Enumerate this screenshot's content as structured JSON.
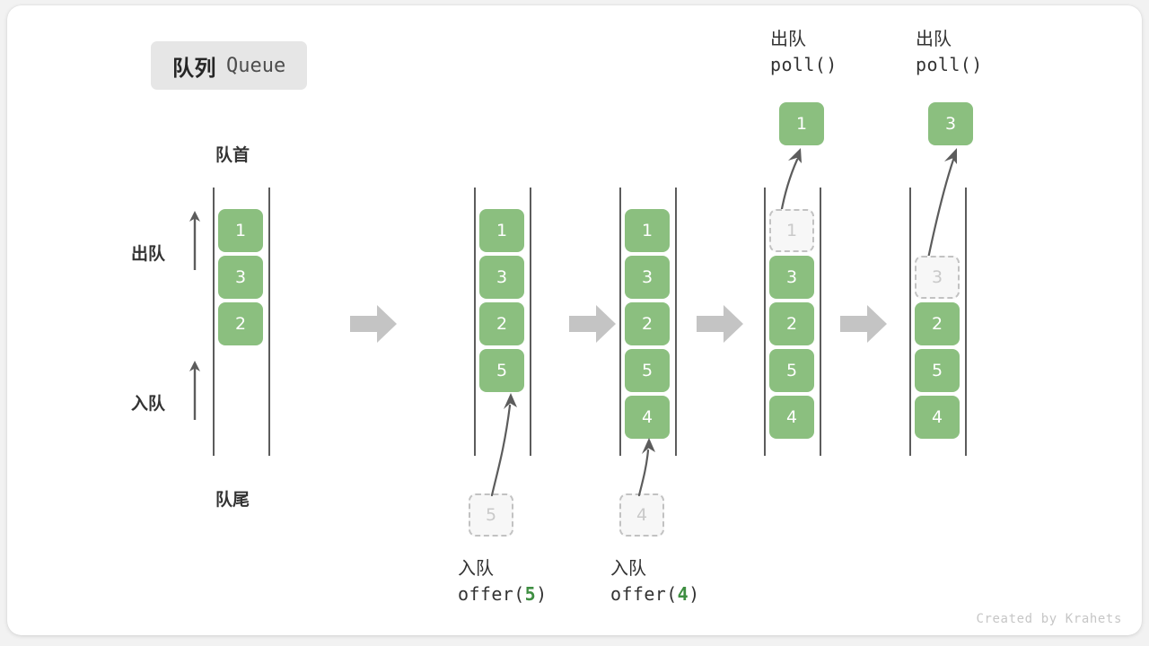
{
  "diagram": {
    "title_cn": "队列",
    "title_en": "Queue",
    "credit": "Created by Krahets",
    "colors": {
      "cell_fill": "#8bbf7f",
      "cell_text": "#ffffff",
      "ghost_fill": "#f7f7f7",
      "ghost_border": "#c2c2c2",
      "ghost_text": "#c9c9c9",
      "rail": "#5c5c5c",
      "step_arrow": "#c4c4c4",
      "accent_green": "#3e8e41",
      "page_bg": "#ffffff"
    },
    "labels": {
      "front": "队首",
      "rear": "队尾",
      "dequeue": "出队",
      "enqueue": "入队"
    }
  },
  "stages": [
    {
      "id": "initial",
      "cells": [
        "1",
        "3",
        "2"
      ],
      "ghost_index": null,
      "ghost_value": null,
      "incoming": null,
      "outgoing": null,
      "caption_cn": null,
      "caption_code": null
    },
    {
      "id": "offer-5",
      "cells": [
        "1",
        "3",
        "2",
        "5"
      ],
      "ghost_index": null,
      "ghost_value": null,
      "incoming": "5",
      "outgoing": null,
      "caption_cn": "入队",
      "caption_code_pre": "offer(",
      "caption_code_num": "5",
      "caption_code_post": ")"
    },
    {
      "id": "offer-4",
      "cells": [
        "1",
        "3",
        "2",
        "5",
        "4"
      ],
      "ghost_index": null,
      "ghost_value": null,
      "incoming": "4",
      "outgoing": null,
      "caption_cn": "入队",
      "caption_code_pre": "offer(",
      "caption_code_num": "4",
      "caption_code_post": ")"
    },
    {
      "id": "poll-1",
      "cells": [
        "3",
        "2",
        "5",
        "4"
      ],
      "ghost_index": 0,
      "ghost_value": "1",
      "incoming": null,
      "outgoing": "1",
      "caption_cn": "出队",
      "caption_code_pre": "poll(",
      "caption_code_num": "",
      "caption_code_post": ")"
    },
    {
      "id": "poll-3",
      "cells": [
        "2",
        "5",
        "4"
      ],
      "ghost_index": 1,
      "ghost_value": "3",
      "incoming": null,
      "outgoing": "3",
      "caption_cn": "出队",
      "caption_code_pre": "poll(",
      "caption_code_num": "",
      "caption_code_post": ")"
    }
  ]
}
